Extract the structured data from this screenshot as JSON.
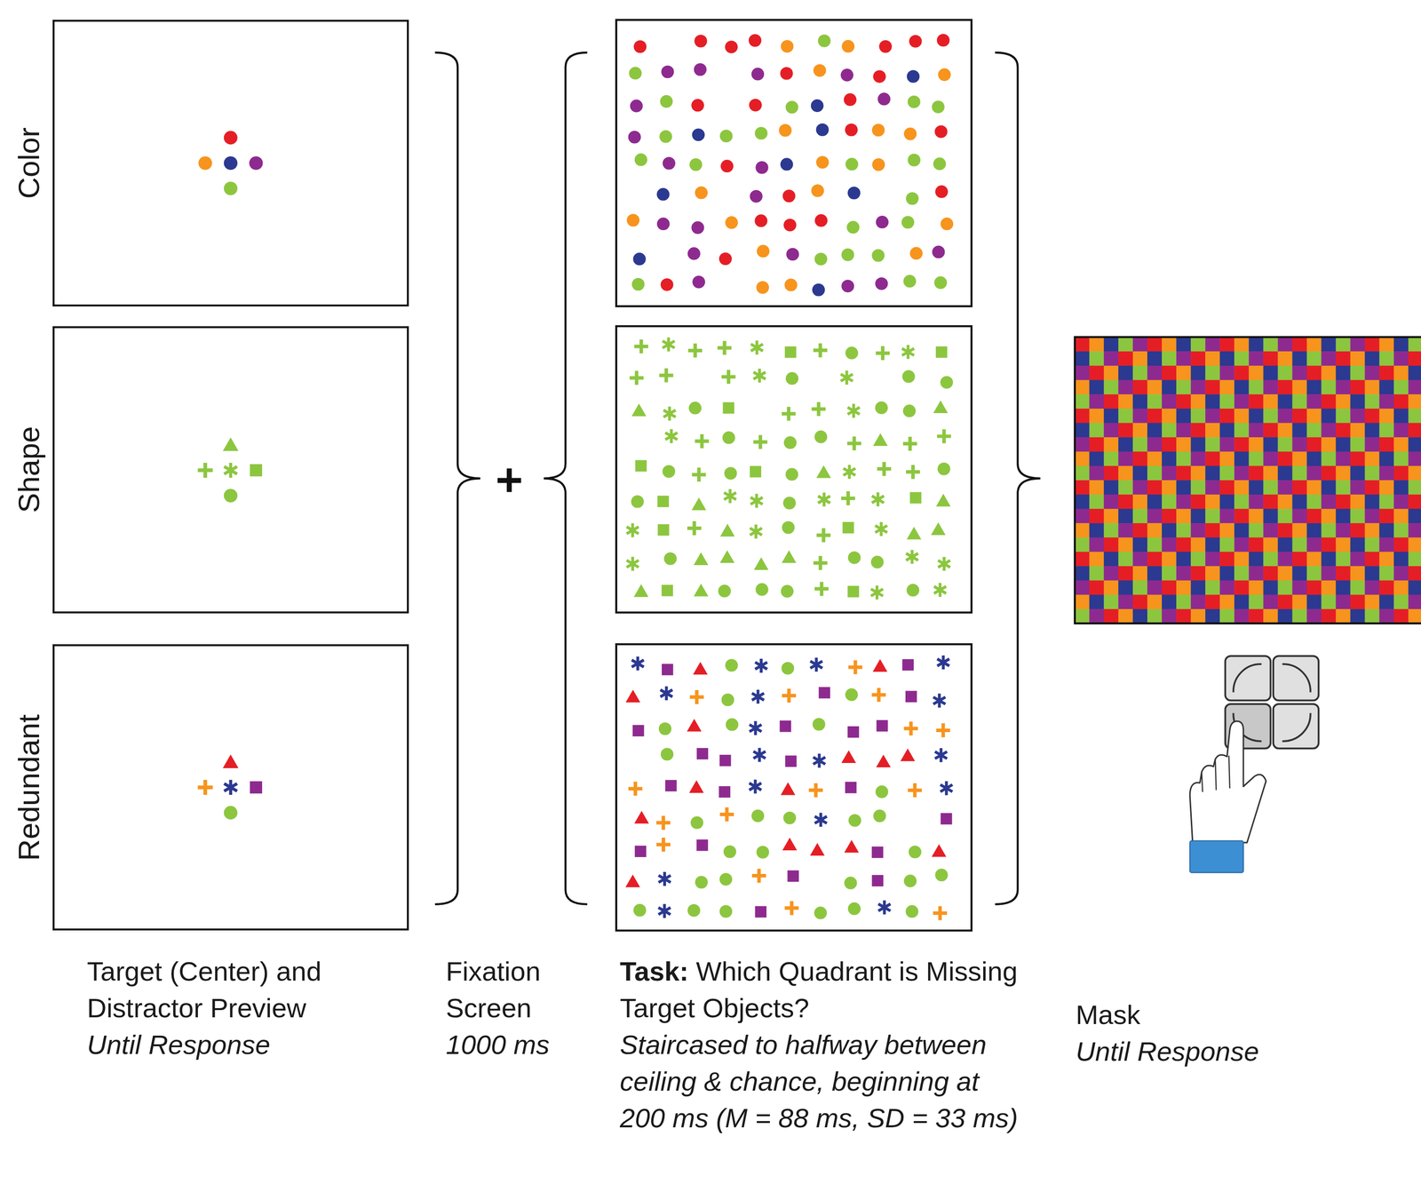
{
  "diagram": {
    "nodes": [
      {
        "text": [
          "Color"
        ]
      },
      {
        "text": [
          "Shape"
        ]
      },
      {
        "text": [
          "Redundant"
        ]
      }
    ],
    "labels": [
      "Target (Center) and Distractor Preview",
      "Until Response",
      "Fixation Screen",
      "1000 ms",
      "Task:",
      "Which Quadrant is Missing Target Objects?",
      "Staircased to halfway between ceiling & chance, beginning at 200 ms (M = 88 ms, SD = 33 ms)",
      "Mask",
      "Until Response"
    ]
  }
}
